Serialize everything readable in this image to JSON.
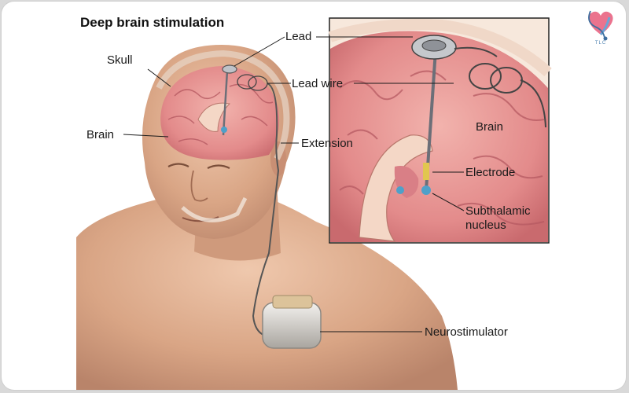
{
  "title": "Deep brain stimulation",
  "labels": {
    "skull": "Skull",
    "brain_left": "Brain",
    "lead": "Lead",
    "lead_wire": "Lead wire",
    "extension": "Extension",
    "brain_inset": "Brain",
    "electrode": "Electrode",
    "subthalamic_line1": "Subthalamic",
    "subthalamic_line2": "nucleus",
    "neurostimulator": "Neurostimulator"
  },
  "logo": {
    "icon": "heart-stethoscope-logo",
    "text": "TLC"
  },
  "colors": {
    "brain": "#e38b8b",
    "skin": "#d9a585",
    "device": "#c9c6c0"
  }
}
